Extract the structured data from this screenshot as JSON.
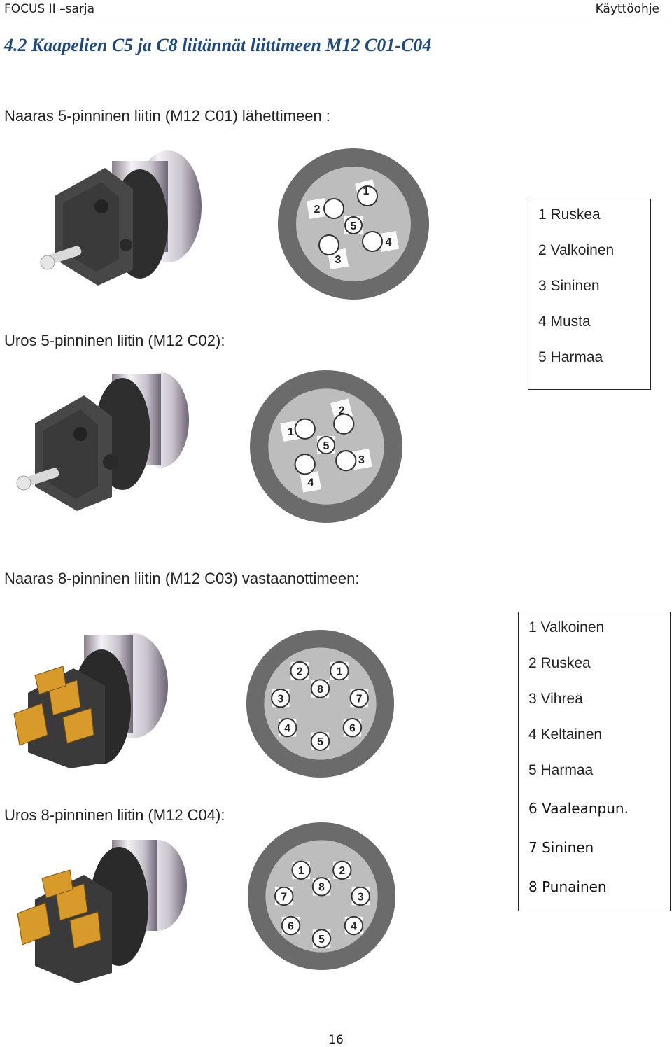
{
  "header": {
    "left": "FOCUS II –sarja",
    "right": "Käyttöohje"
  },
  "section_title": "4.2 Kaapelien C5 ja C8 liitännät liittimeen M12 C01-C04",
  "five_pin": {
    "female_label": "Naaras 5-pinninen liitin (M12 C01) lähettimeen :",
    "male_label": "Uros 5-pinninen liitin (M12 C02):",
    "female_pins": [
      "1",
      "2",
      "3",
      "4",
      "5"
    ],
    "male_pins": [
      "1",
      "2",
      "3",
      "4",
      "5"
    ],
    "legend": [
      "1 Ruskea",
      "2 Valkoinen",
      "3 Sininen",
      "4 Musta",
      "5 Harmaa"
    ]
  },
  "eight_pin": {
    "female_label": "Naaras 8-pinninen liitin (M12 C03) vastaanottimeen:",
    "male_label": "Uros 8-pinninen liitin (M12 C04):",
    "female_pins": [
      "1",
      "2",
      "3",
      "4",
      "5",
      "6",
      "7",
      "8"
    ],
    "male_pins": [
      "1",
      "2",
      "3",
      "4",
      "5",
      "6",
      "7",
      "8"
    ],
    "legend": [
      "1 Valkoinen",
      "2  Ruskea",
      "3  Vihreä",
      "4  Keltainen",
      "5  Harmaa",
      "6 Vaaleanpun.",
      "7 Sininen",
      "8 Punainen"
    ]
  },
  "colors": {
    "title_blue": "#1f497d",
    "connector_dark": "#3a3a3a",
    "face_gray": "#bdbdbd",
    "ring_gray": "#6b6b6b",
    "contact_gold": "#d89a2a"
  },
  "page_number": "16"
}
